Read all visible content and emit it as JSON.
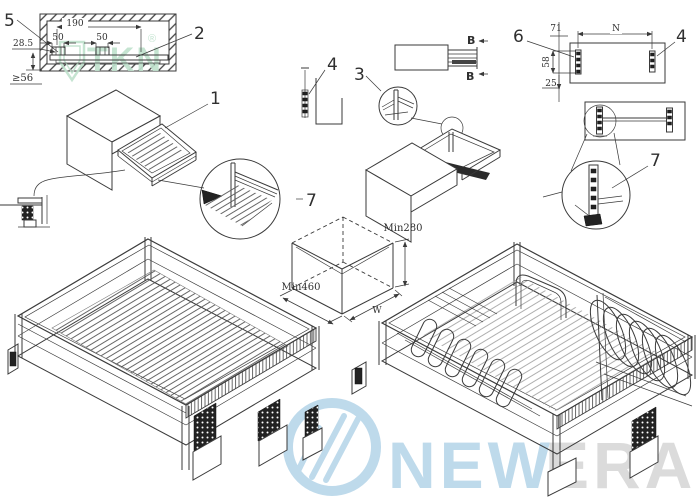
{
  "drawing": {
    "callouts": {
      "basket_assembly": "1",
      "slide_profile": "2",
      "corner_joint": "3",
      "rail_bracket_mid": "4",
      "rail_bracket_right": "4",
      "mount_section": "5",
      "back_bracket": "6",
      "basket_corner_detail": "7",
      "bracket_detail": "7"
    },
    "dimensions": {
      "section_width": "190",
      "clamp_left": "50",
      "clamp_right": "50",
      "front_inset": "28.5",
      "min_depth_clearance": "≥56",
      "bracket_offset_top": "71",
      "bracket_span": "N",
      "bracket_height": "58",
      "bracket_offset_bottom": "25",
      "cabinet_min_depth": "Min460",
      "cabinet_min_height": "Min280",
      "cabinet_width": "W"
    },
    "section_marks": {
      "b_top": "B",
      "b_bottom": "B"
    }
  },
  "watermarks": {
    "tkn": {
      "text": "TKN",
      "registered_mark": "®",
      "color": "#bfe2cd"
    },
    "newera": {
      "text_left": "NEW",
      "text_right": "ERA",
      "blue": "#b9d7ea",
      "gray": "#d8d8d8"
    }
  },
  "colors": {
    "line": "#3a3a3a",
    "background": "#ffffff"
  }
}
